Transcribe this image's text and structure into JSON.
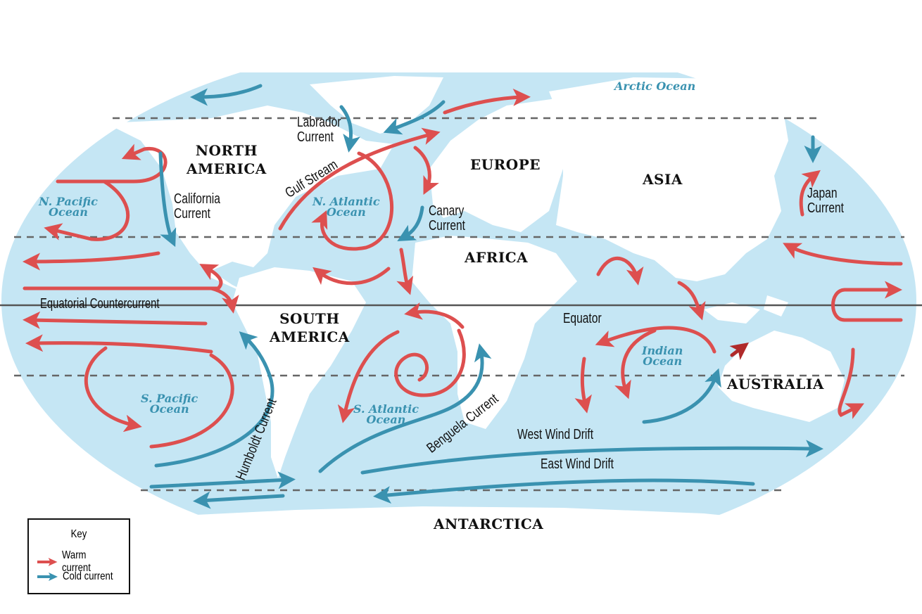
{
  "colors": {
    "ocean": "#c5e6f4",
    "land": "#ffffff",
    "warm": "#dd4f4f",
    "cold": "#3a92b0",
    "warm_dark": "#b02a2a",
    "gridline": "#666666"
  },
  "continents": {
    "north_america": [
      "NORTH",
      "AMERICA"
    ],
    "south_america": [
      "SOUTH",
      "AMERICA"
    ],
    "europe": "EUROPE",
    "asia": "ASIA",
    "africa": "AFRICA",
    "australia": "AUSTRALIA",
    "antarctica": "ANTARCTICA"
  },
  "oceans": {
    "arctic": "Arctic Ocean",
    "n_pacific": [
      "N. Pacific",
      "Ocean"
    ],
    "n_atlantic": [
      "N. Atlantic",
      "Ocean"
    ],
    "s_pacific": [
      "S. Pacific",
      "Ocean"
    ],
    "s_atlantic": [
      "S. Atlantic",
      "Ocean"
    ],
    "indian": [
      "Indian",
      "Ocean"
    ]
  },
  "currents": {
    "labrador": [
      "Labrador",
      "Current"
    ],
    "california": [
      "California",
      "Current"
    ],
    "gulf_stream": "Gulf Stream",
    "canary": [
      "Canary",
      "Current"
    ],
    "japan": [
      "Japan",
      "Current"
    ],
    "equatorial_countercurrent": "Equatorial Countercurrent",
    "humboldt": "Humboldt Current",
    "benguela": "Benguela Current",
    "west_wind_drift": "West Wind Drift",
    "east_wind_drift": "East Wind Drift"
  },
  "equator_label": "Equator",
  "key": {
    "title": "Key",
    "items": [
      {
        "label": "Warm current",
        "type": "warm"
      },
      {
        "label": "Cold current",
        "type": "cold"
      }
    ]
  }
}
